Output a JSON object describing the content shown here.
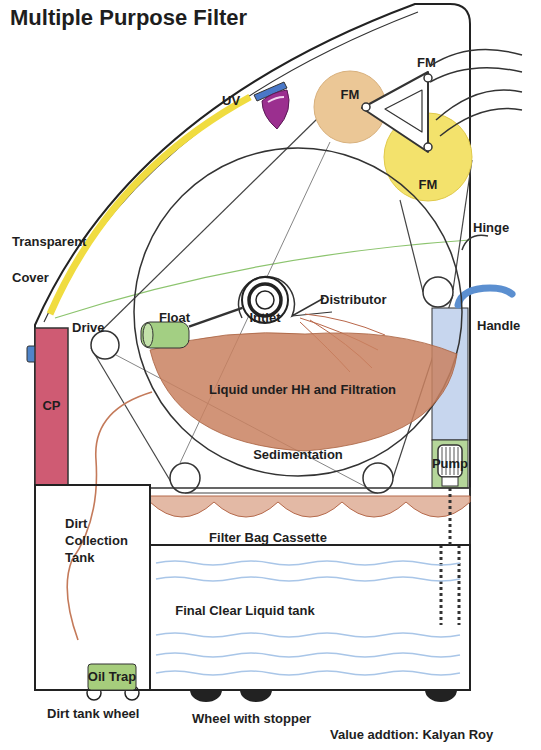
{
  "diagram": {
    "title": "Multiple Purpose Filter",
    "nodes": [
      {
        "text": [
          "FM"
        ]
      },
      {
        "text": [
          "FM"
        ]
      },
      {
        "text": [
          "Sedimentation"
        ]
      },
      {
        "text": [
          "Float"
        ],
        "in": 2
      },
      {
        "text": [
          "Intlet"
        ],
        "in": 2
      },
      {
        "text": [
          "Liquid under HH and Filtration"
        ],
        "in": 2
      },
      {
        "text": [
          "CP"
        ]
      },
      {
        "text": [
          "Pump"
        ]
      },
      {
        "text": [
          "Filter Bag Cassette"
        ]
      },
      {
        "text": [
          "Dirt Collection Tank"
        ]
      },
      {
        "text": [
          "Oil Trap"
        ],
        "in": 9
      },
      {
        "text": [
          "Final Clear Liquid tank"
        ]
      }
    ],
    "edges": [
      {
        "from": 3,
        "to": 4,
        "arrow": "none"
      },
      {
        "from": 7,
        "to": 11,
        "arrow": "none"
      }
    ],
    "labels": [
      "FM",
      "UV",
      "Transparent Cover",
      "Hinge",
      "Distributor",
      "Drive",
      "Handle",
      "Dirt tank wheel",
      "Wheel with stopper",
      "Value addtion: Kalyan Roy"
    ]
  }
}
